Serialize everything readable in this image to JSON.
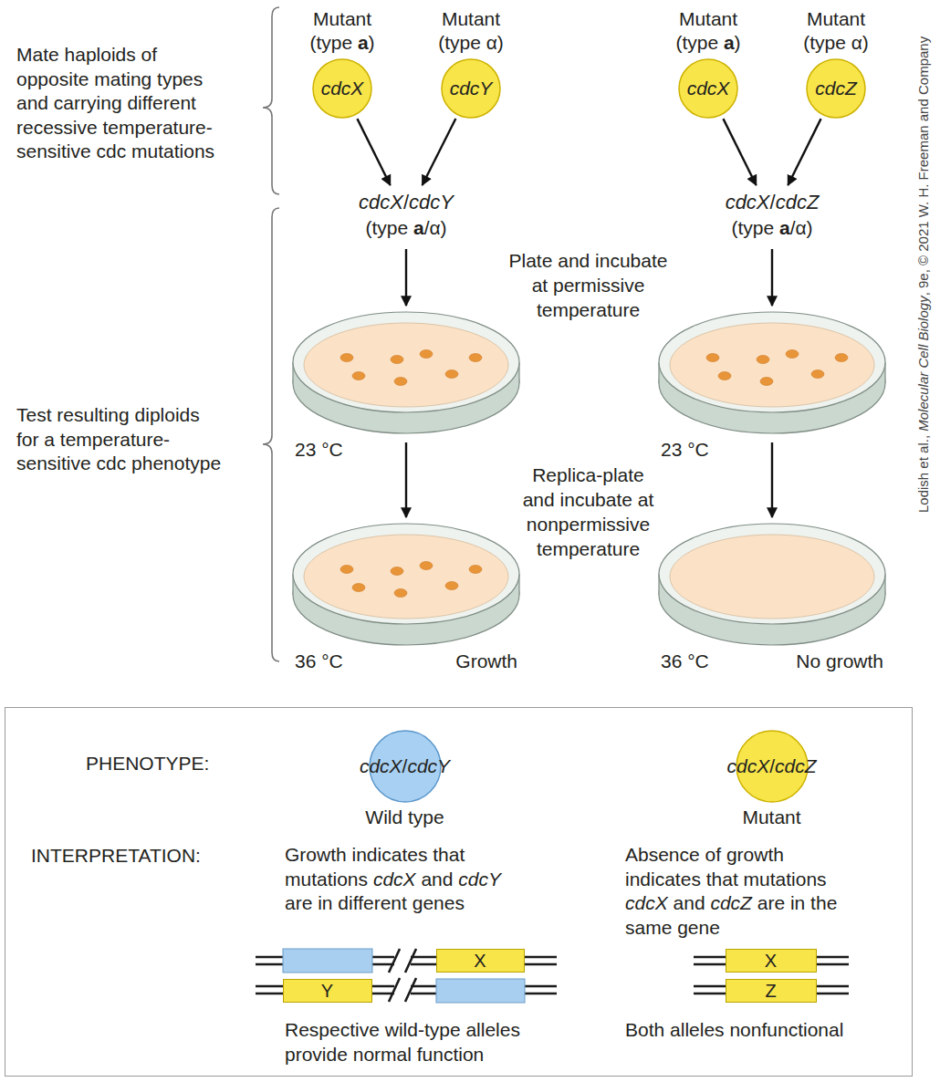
{
  "diagram": {
    "nodes": [
      {
        "text": [
          "Mutant (type a)",
          "cdcX"
        ]
      },
      {
        "text": [
          "Mutant (type α)",
          "cdcY"
        ]
      },
      {
        "text": [
          "Mutant (type a)",
          "cdcX"
        ]
      },
      {
        "text": [
          "Mutant (type α)",
          "cdcZ"
        ]
      },
      {
        "text": [
          "cdcX/cdcY",
          "(type a/α)"
        ]
      },
      {
        "text": [
          "cdcX/cdcZ",
          "(type a/α)"
        ]
      },
      {
        "text": [
          "23 °C"
        ]
      },
      {
        "text": [
          "23 °C"
        ]
      },
      {
        "text": [
          "36 °C",
          "Growth"
        ]
      },
      {
        "text": [
          "36 °C",
          "No growth"
        ]
      },
      {
        "text": [
          "PHENOTYPE:",
          "INTERPRETATION:"
        ]
      },
      {
        "text": [
          "cdcX/ cdcY",
          "Wild type"
        ],
        "in": 10
      },
      {
        "text": [
          "cdcX/ cdcZ",
          "Mutant"
        ],
        "in": 10
      },
      {
        "text": [
          "X"
        ],
        "in": 10
      },
      {
        "text": [
          "Y"
        ],
        "in": 10
      },
      {
        "text": [
          "X"
        ],
        "in": 10
      },
      {
        "text": [
          "Z"
        ],
        "in": 10
      }
    ],
    "edges": [
      {
        "from": 0,
        "to": 4,
        "arrow": "to"
      },
      {
        "from": 1,
        "to": 4,
        "arrow": "to"
      },
      {
        "from": 2,
        "to": 5,
        "arrow": "to"
      },
      {
        "from": 3,
        "to": 5,
        "arrow": "to"
      },
      {
        "from": 4,
        "to": 6,
        "arrow": "to"
      },
      {
        "from": 5,
        "to": 7,
        "arrow": "to"
      },
      {
        "from": 6,
        "to": 8,
        "arrow": "to"
      },
      {
        "from": 7,
        "to": 9,
        "arrow": "to"
      }
    ],
    "labels": [
      "Mate haploids of opposite mating types and carrying different recessive temperature-sensitive cdc mutations",
      "Test resulting diploids for a temperature-sensitive cdc phenotype",
      "Plate and incubate at permissive temperature",
      "Replica-plate and incubate at nonpermissive temperature",
      "Growth indicates that mutations cdcX and cdcY are in different genes",
      "Absence of growth indicates that mutations cdcX and cdcZ are in the same gene",
      "Respective wild-type alleles provide normal function",
      "Both alleles nonfunctional",
      "Lodish et al., Molecular Cell Biology, 9e, © 2021 W. H. Freeman and Company"
    ]
  }
}
